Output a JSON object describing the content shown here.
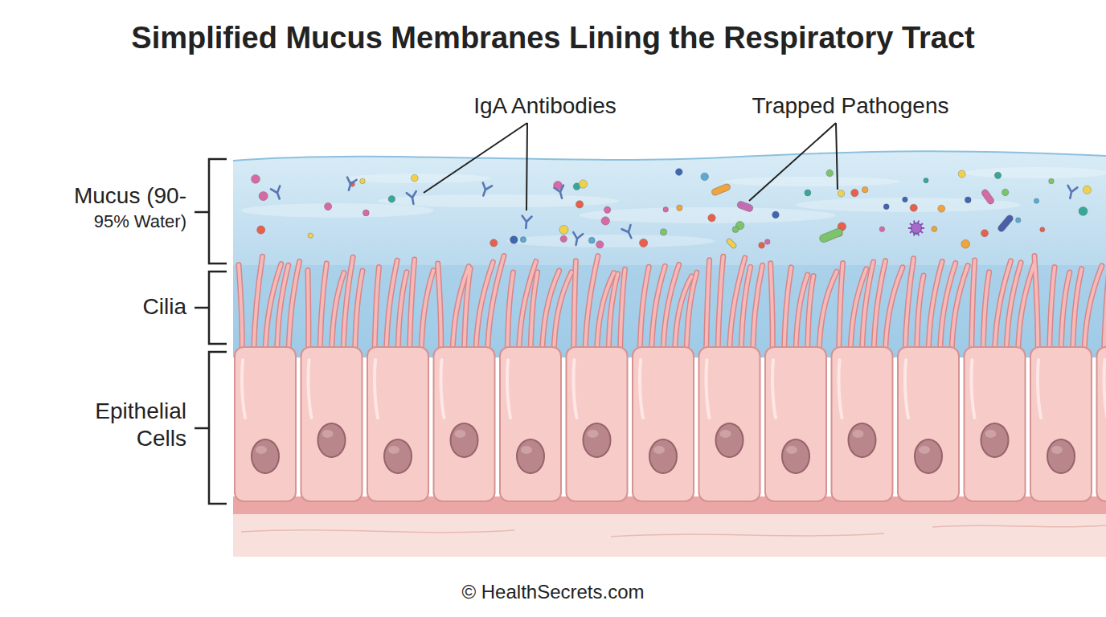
{
  "diagram": {
    "title": "Simplified Mucus Membranes Lining the Respiratory Tract",
    "labels": [
      "IgA Antibodies",
      "Trapped Pathogens",
      "Mucus (90-95% Water)",
      "Cilia",
      "Epithelial Cells",
      "© HealthSecrets.com"
    ]
  }
}
